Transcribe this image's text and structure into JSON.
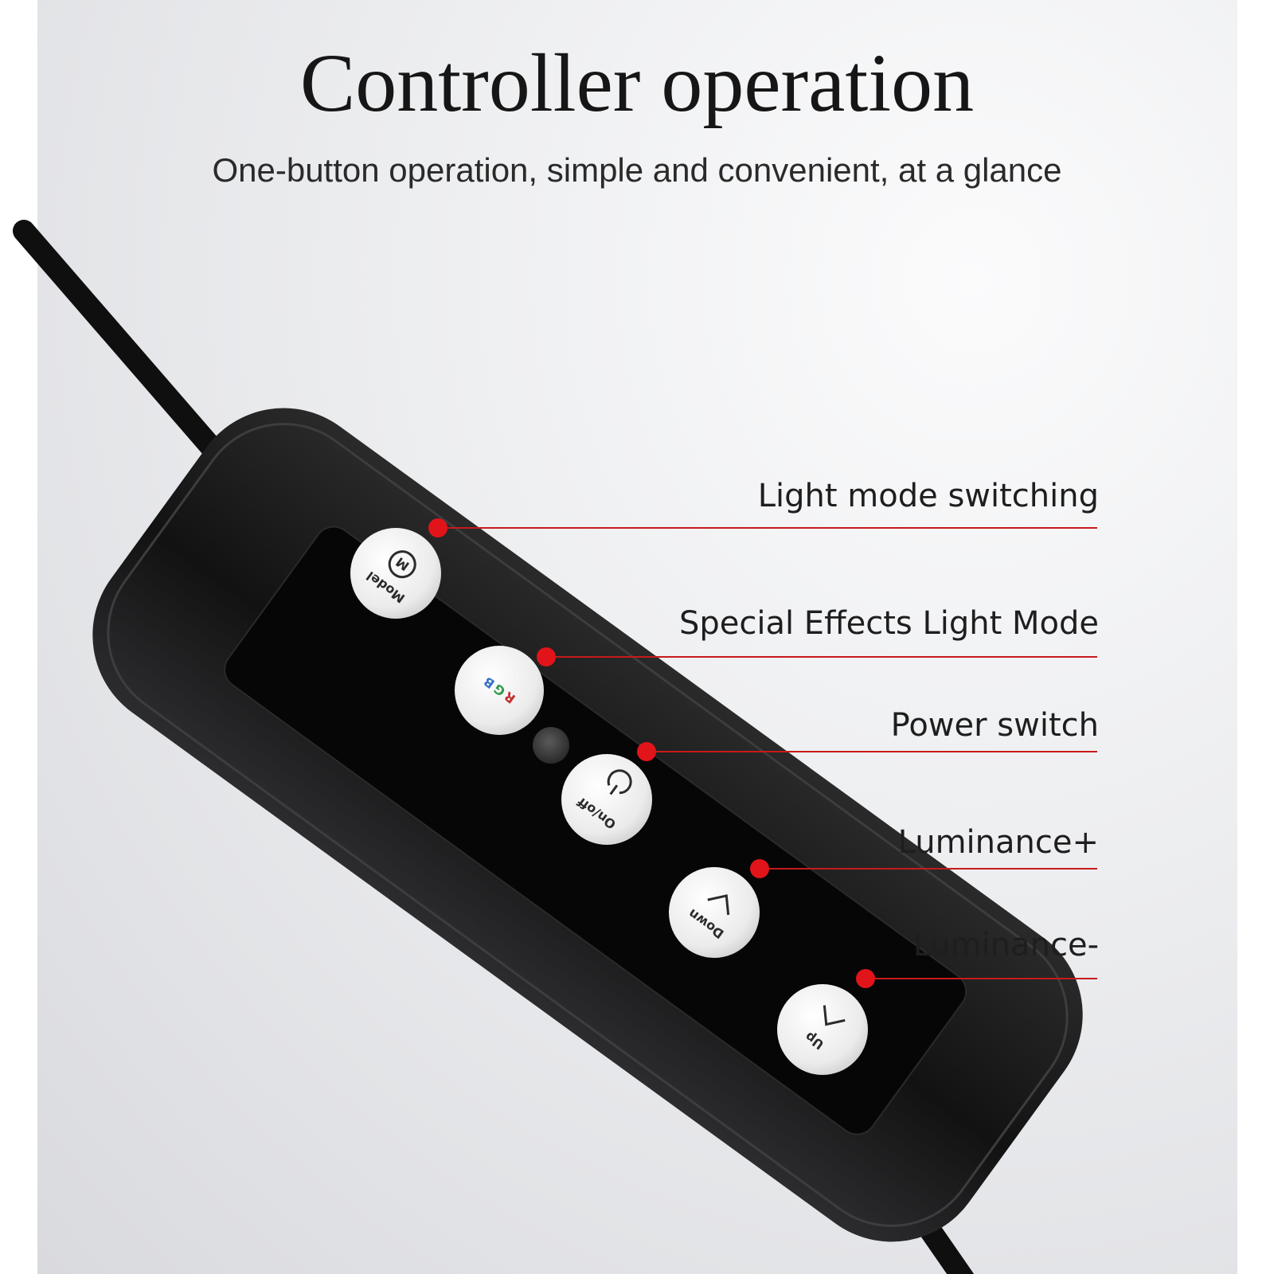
{
  "header": {
    "title": "Controller operation",
    "subtitle": "One-button operation, simple and convenient, at a glance"
  },
  "callouts": [
    {
      "label": "Light mode switching"
    },
    {
      "label": "Special Effects Light Mode"
    },
    {
      "label": "Power switch"
    },
    {
      "label": "Luminance+"
    },
    {
      "label": "Luminance-"
    }
  ],
  "buttons": {
    "mode": {
      "symbol": "M",
      "text": "Model"
    },
    "rgb": {
      "r": "R",
      "g": "G",
      "b": "B"
    },
    "power": {
      "text": "On/off"
    },
    "down": {
      "text": "Down",
      "arrow": "chevron-down-icon"
    },
    "up": {
      "text": "Up",
      "arrow": "chevron-up-icon"
    }
  },
  "colors": {
    "accent": "#e1141a",
    "leader_line": "#c71a1a",
    "controller_body": "#1b1b1b",
    "button_cap": "#eeeeee"
  }
}
